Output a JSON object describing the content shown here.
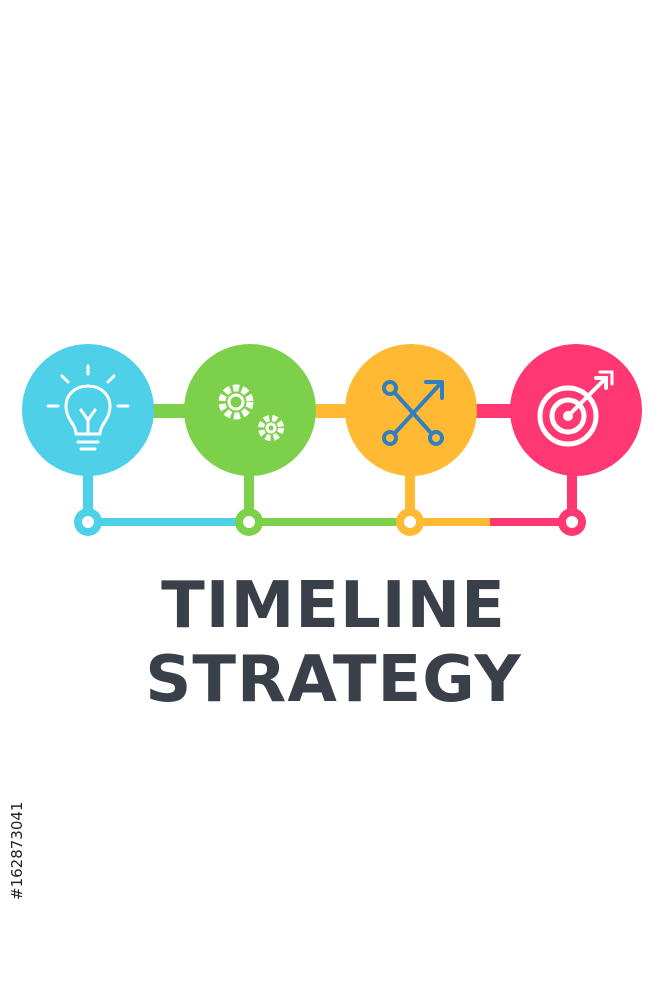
{
  "title": {
    "line1": "TIMELINE",
    "line2": "STRATEGY"
  },
  "stock_id": "#162873041",
  "steps": [
    {
      "icon": "lightbulb-icon",
      "color": "#4dd0e8"
    },
    {
      "icon": "gears-icon",
      "color": "#7dd04a"
    },
    {
      "icon": "crossing-arrows-icon",
      "color": "#ffb933"
    },
    {
      "icon": "target-icon",
      "color": "#ff3773"
    }
  ],
  "colors": {
    "title": "#3a4049",
    "icon_blue": "#2f7fc1"
  }
}
